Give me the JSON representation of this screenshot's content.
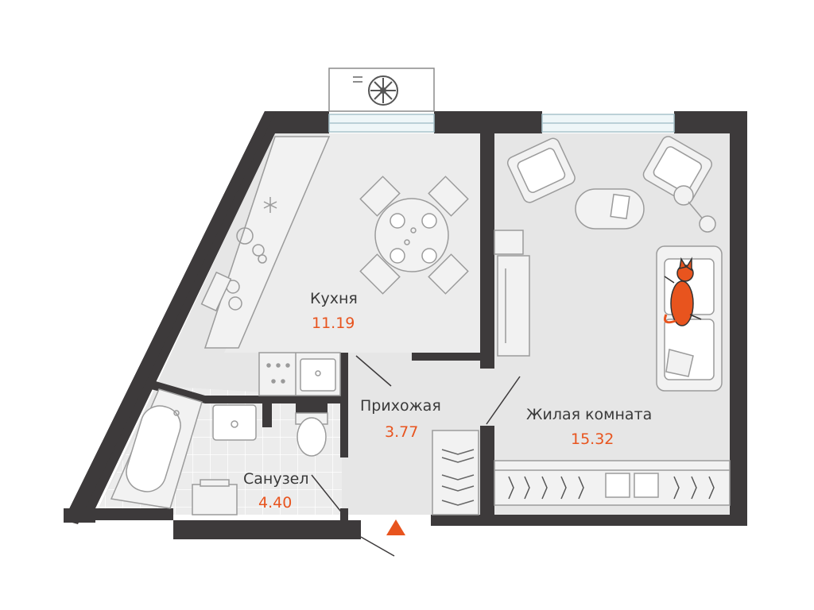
{
  "rooms": {
    "kitchen": {
      "name": "Кухня",
      "area": "11.19"
    },
    "hallway": {
      "name": "Прихожая",
      "area": "3.77"
    },
    "living": {
      "name": "Жилая комната",
      "area": "15.32"
    },
    "bathroom": {
      "name": "Санузел",
      "area": "4.40"
    }
  },
  "colors": {
    "wall": "#3d3a3b",
    "floor": "#e6e6e6",
    "floor_light": "#ececec",
    "furniture": "#f2f2f2",
    "outline": "#9b9b9b",
    "accent": "#e8541e",
    "window": "#cfe3ea"
  },
  "icons": [
    "entrance-arrow-icon",
    "cat-icon",
    "ac-unit-icon"
  ]
}
